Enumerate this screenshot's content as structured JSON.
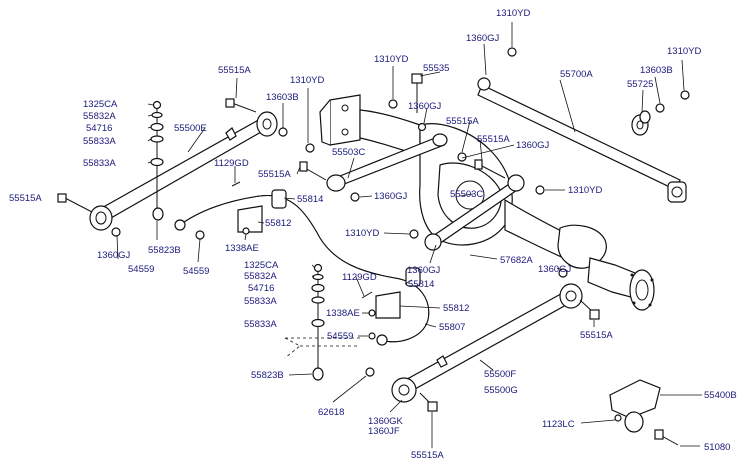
{
  "diagram": {
    "labels": [
      {
        "id": "l01",
        "text": "1310YD"
      },
      {
        "id": "l02",
        "text": "1360GJ"
      },
      {
        "id": "l03",
        "text": "1310YD"
      },
      {
        "id": "l04",
        "text": "55515A"
      },
      {
        "id": "l05",
        "text": "1310YD"
      },
      {
        "id": "l06",
        "text": "55535"
      },
      {
        "id": "l07",
        "text": "55700A"
      },
      {
        "id": "l08",
        "text": "13603B"
      },
      {
        "id": "l09",
        "text": "1310YD"
      },
      {
        "id": "l10",
        "text": "55725"
      },
      {
        "id": "l11",
        "text": "1360GJ"
      },
      {
        "id": "l12",
        "text": "13603B"
      },
      {
        "id": "l13",
        "text": "1325CA"
      },
      {
        "id": "l14",
        "text": "55832A"
      },
      {
        "id": "l15",
        "text": "54716"
      },
      {
        "id": "l16",
        "text": "55500E"
      },
      {
        "id": "l17",
        "text": "55833A"
      },
      {
        "id": "l18",
        "text": "55515A"
      },
      {
        "id": "l19",
        "text": "55833A"
      },
      {
        "id": "l20",
        "text": "1129GD"
      },
      {
        "id": "l21",
        "text": "55503C"
      },
      {
        "id": "l22",
        "text": "55515A"
      },
      {
        "id": "l23",
        "text": "1360GJ"
      },
      {
        "id": "l24",
        "text": "55515A"
      },
      {
        "id": "l25",
        "text": "55814"
      },
      {
        "id": "l26",
        "text": "1360GJ"
      },
      {
        "id": "l27",
        "text": "1310YD"
      },
      {
        "id": "l28",
        "text": "55503C"
      },
      {
        "id": "l29",
        "text": "55515A"
      },
      {
        "id": "l30",
        "text": "55812"
      },
      {
        "id": "l31",
        "text": "1338AE"
      },
      {
        "id": "l32",
        "text": "1310YD"
      },
      {
        "id": "l33",
        "text": "1360GJ"
      },
      {
        "id": "l34",
        "text": "55823B"
      },
      {
        "id": "l35",
        "text": "54559"
      },
      {
        "id": "l36",
        "text": "54559"
      },
      {
        "id": "l37",
        "text": "1360GJ"
      },
      {
        "id": "l38",
        "text": "57682A"
      },
      {
        "id": "l39",
        "text": "1360GJ"
      },
      {
        "id": "l40",
        "text": "1325CA"
      },
      {
        "id": "l41",
        "text": "55832A"
      },
      {
        "id": "l42",
        "text": "1129GD"
      },
      {
        "id": "l43",
        "text": "54716"
      },
      {
        "id": "l44",
        "text": "55814"
      },
      {
        "id": "l45",
        "text": "55833A"
      },
      {
        "id": "l46",
        "text": "55812"
      },
      {
        "id": "l47",
        "text": "1338AE"
      },
      {
        "id": "l48",
        "text": "55833A"
      },
      {
        "id": "l49",
        "text": "55807"
      },
      {
        "id": "l50",
        "text": "54559"
      },
      {
        "id": "l51",
        "text": "55515A"
      },
      {
        "id": "l52",
        "text": "55823B"
      },
      {
        "id": "l53",
        "text": "55500F"
      },
      {
        "id": "l54",
        "text": "55500G"
      },
      {
        "id": "l55",
        "text": "62618"
      },
      {
        "id": "l56",
        "text": "55400B"
      },
      {
        "id": "l57",
        "text": "1360GK"
      },
      {
        "id": "l58",
        "text": "1360JF"
      },
      {
        "id": "l59",
        "text": "1123LC"
      },
      {
        "id": "l60",
        "text": "51080"
      },
      {
        "id": "l61",
        "text": "55515A"
      }
    ]
  }
}
